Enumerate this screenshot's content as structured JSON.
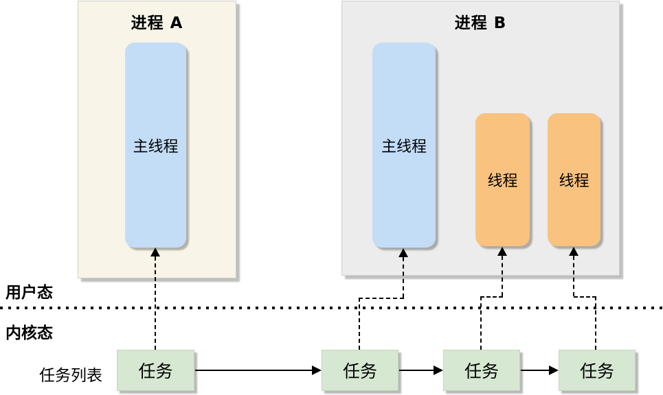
{
  "diagram": {
    "process_a": {
      "title": "进程 A",
      "main_thread_label": "主线程"
    },
    "process_b": {
      "title": "进程 B",
      "main_thread_label": "主线程",
      "thread_labels": [
        "线程",
        "线程"
      ]
    },
    "mode_labels": {
      "user": "用户态",
      "kernel": "内核态"
    },
    "task_list_label": "任务列表",
    "tasks": [
      "任务",
      "任务",
      "任务",
      "任务"
    ],
    "colors": {
      "canvas_bg": "#ffffff",
      "process_a_bg": "#f8f4e8",
      "process_b_bg": "#ececec",
      "main_thread_fill": "#c3ddf7",
      "thread_fill": "#fac27f",
      "task_fill": "#d6e8d2",
      "line_color": "#000000"
    }
  }
}
